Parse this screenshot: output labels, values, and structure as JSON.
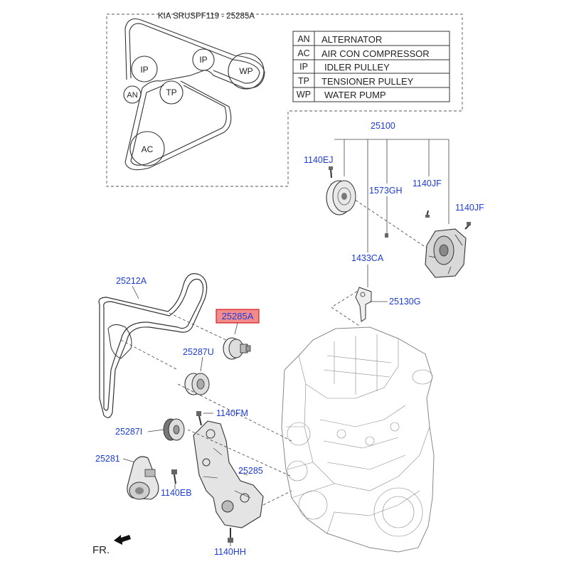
{
  "inset": {
    "title": "KIA SRUSPF119 - 25285A",
    "pulleys": {
      "wp": "WP",
      "ip_top": "IP",
      "ip_left": "IP",
      "an": "AN",
      "tp": "TP",
      "ac": "AC"
    }
  },
  "legend": {
    "rows": [
      {
        "code": "AN",
        "name": "ALTERNATOR"
      },
      {
        "code": "AC",
        "name": "AIR CON COMPRESSOR"
      },
      {
        "code": "IP",
        "name": "IDLER PULLEY"
      },
      {
        "code": "TP",
        "name": "TENSIONER PULLEY"
      },
      {
        "code": "WP",
        "name": "WATER PUMP"
      }
    ]
  },
  "parts": {
    "p25100": "25100",
    "p1140EJ": "1140EJ",
    "p1573GH": "1573GH",
    "p1140JF_a": "1140JF",
    "p1140JF_b": "1140JF",
    "p1433CA": "1433CA",
    "p25130G": "25130G",
    "p25212A": "25212A",
    "p25285A": "25285A",
    "p25287U": "25287U",
    "p1140FM": "1140FM",
    "p25287I": "25287I",
    "p25281": "25281",
    "p25285": "25285",
    "p1140EB": "1140EB",
    "p1140HH": "1140HH"
  },
  "highlight": {
    "color": "#f28b8b",
    "part": "25285A"
  },
  "front_label": "FR."
}
